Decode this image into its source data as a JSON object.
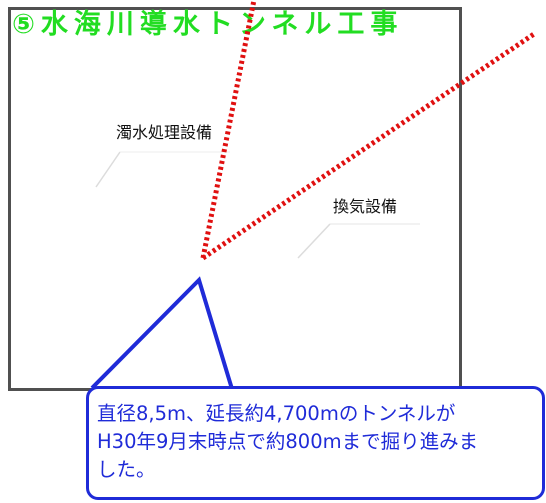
{
  "title": "⑤水海川導水トンネル工事",
  "labels": {
    "water_treatment": "濁水処理設備",
    "ventilation": "換気設備"
  },
  "caption": {
    "line1": "直径8,5m、延長約4,700mのトンネルが",
    "line2": "H30年9月末時点で約800mまで掘り進みま",
    "line3": "した。"
  },
  "colors": {
    "title": "#22dd22",
    "callout": "#1f2bd8",
    "pointer": "#e01010"
  }
}
